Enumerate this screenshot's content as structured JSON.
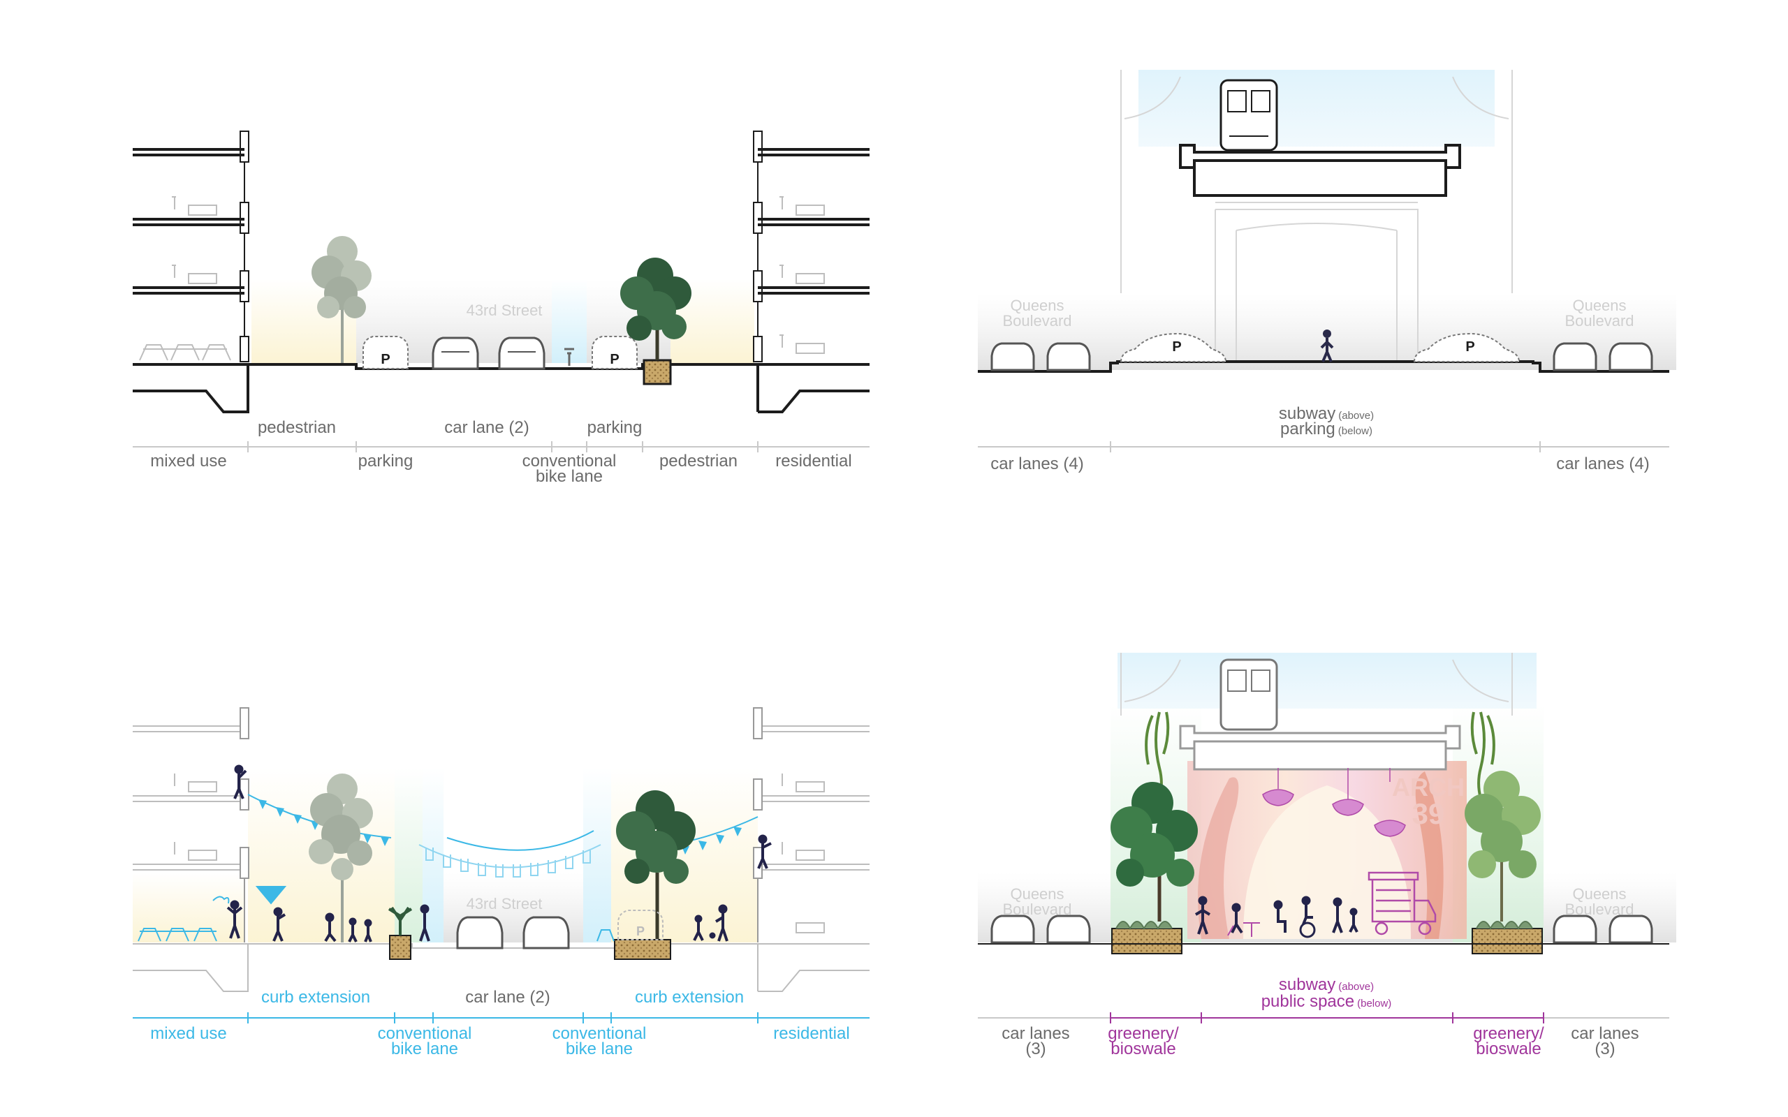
{
  "panels": {
    "existing_43rd": {
      "street_name": "43rd Street",
      "labels": {
        "mixed_use": "mixed use",
        "pedestrian_left": "pedestrian",
        "parking_left": "parking",
        "car_lane": "car lane (2)",
        "parking_right": "parking",
        "bike_lane": [
          "conventional",
          "bike lane"
        ],
        "pedestrian_right": "pedestrian",
        "residential": "residential"
      },
      "parking_sign": "P"
    },
    "existing_queens": {
      "street_name_left": [
        "Queens",
        "Boulevard"
      ],
      "street_name_right": [
        "Queens",
        "Boulevard"
      ],
      "labels": {
        "car_lanes_left": "car lanes (4)",
        "center_main_1": "subway",
        "center_sub_1": "(above)",
        "center_main_2": "parking",
        "center_sub_2": "(below)",
        "car_lanes_right": "car lanes (4)"
      },
      "parking_sign": "P"
    },
    "proposed_43rd": {
      "street_name": "43rd Street",
      "labels": {
        "curb_left": "curb extension",
        "car_lane": "car lane (2)",
        "curb_right": "curb extension",
        "mixed_use": "mixed use",
        "bike_left": [
          "conventional",
          "bike lane"
        ],
        "bike_right": [
          "conventional",
          "bike lane"
        ],
        "residential": "residential"
      },
      "parking_sign": "P"
    },
    "proposed_queens": {
      "street_name_left": [
        "Queens",
        "Boulevard"
      ],
      "street_name_right": [
        "Queens",
        "Boulevard"
      ],
      "mural_text": [
        "ARCH",
        "39"
      ],
      "labels": {
        "car_lanes_left": [
          "car lanes",
          "(3)"
        ],
        "greenery_left": [
          "greenery/",
          "bioswale"
        ],
        "center_main_1": "subway",
        "center_sub_1": "(above)",
        "center_main_2": "public space",
        "center_sub_2": "(below)",
        "greenery_right": [
          "greenery/",
          "bioswale"
        ],
        "car_lanes_right": [
          "car lanes",
          "(3)"
        ]
      }
    }
  },
  "colors": {
    "ink": "#1c1c1c",
    "label_gray": "#6b6b6b",
    "proposal_blue": "#3bb8e6",
    "proposal_magenta": "#a0359b",
    "tree_dark": "#2f5a3b",
    "tree_light": "#b9c2b4"
  }
}
